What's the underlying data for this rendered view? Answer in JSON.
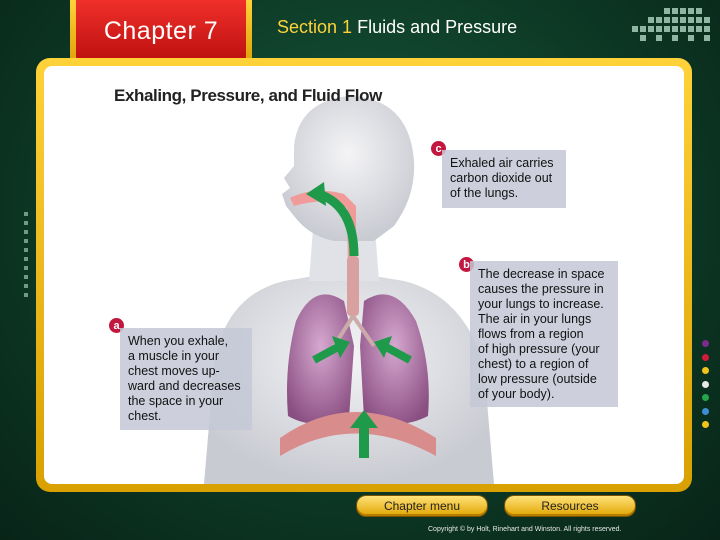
{
  "header": {
    "chapter": "Chapter 7",
    "section_number": "Section 1",
    "section_title": "Fluids and Pressure"
  },
  "figure": {
    "title": "Exhaling, Pressure, and Fluid Flow",
    "callouts": [
      {
        "badge": "c",
        "lines": [
          "Exhaled air carries",
          "carbon dioxide out",
          "of the lungs."
        ]
      },
      {
        "badge": "b",
        "lines": [
          "The decrease in space",
          "causes the pressure in",
          "your lungs to increase.",
          "The air in your lungs",
          "flows from a region",
          "of high pressure (your",
          "chest) to a region of",
          "low pressure (outside",
          "of your body)."
        ]
      },
      {
        "badge": "a",
        "lines": [
          "When you exhale,",
          "a muscle in your",
          "chest moves up-",
          "ward and decreases",
          "the space in your",
          "chest."
        ]
      }
    ]
  },
  "nav": {
    "chapter_menu": "Chapter menu",
    "resources": "Resources"
  },
  "footer": {
    "copyright": "Copyright © by Holt, Rinehart and Winston. All rights reserved."
  },
  "colors": {
    "accent_gold": "#ffd23a",
    "tab_red": "#e0201c",
    "badge": "#c2183f",
    "arrow_green": "#1e9a4a",
    "lung": "#9a5e92"
  },
  "side_dots": [
    "#7b2c8c",
    "#d21b3a",
    "#f0c419",
    "#e8e8e8",
    "#26a64a",
    "#3c8fd6",
    "#f0c419"
  ]
}
